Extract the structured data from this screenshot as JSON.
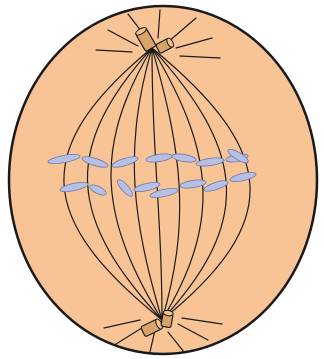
{
  "colors": {
    "background": "#ffffff",
    "cell_fill": "#f9c495",
    "outline": "#1a1a1a",
    "chromosome_fill": "#b6c0e4",
    "centriole_fill": "#d9a46a",
    "centriole_end": "#efc58c"
  },
  "structures": {
    "cell": "cell-outline",
    "spindle": "spindle-fibers",
    "astral": "astral-rays",
    "chromosomes": "metaphase-chromosomes",
    "centrioles": "centriole-pairs"
  }
}
